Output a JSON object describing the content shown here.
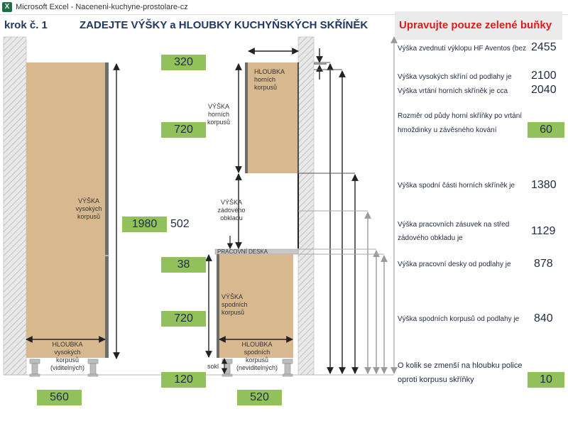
{
  "window": {
    "app_title": "Microsoft Excel - Naceneni-kuchyne-prostolare-cz",
    "icon": "excel-icon"
  },
  "sheet": {
    "step": "krok č. 1",
    "heading": "ZADEJTE VÝŠKY a HLOUBKY KUCHYŇSKÝCH SKŘÍNĚK",
    "notice": "Upravujte pouze zelené buňky"
  },
  "inputs": {
    "top_gap": "320",
    "upper_height": "720",
    "tall_height": "1980",
    "backsplash": "502",
    "worktop": "38",
    "lower_height": "720",
    "plinth": "120",
    "tall_depth": "560",
    "lower_depth": "520"
  },
  "diagram_labels": {
    "tall_height": "VÝŠKA\nvysokých\nkorpusů",
    "tall_depth": "HLOUBKA\nvysokých\nkorpusů\n(viditelných)",
    "upper_depth": "HLOUBKA\nhorních\nkorpusů",
    "upper_height": "VÝŠKA\nhorních\nkorpusů",
    "backsplash": "VÝŠKA\nzádového\nobkladu",
    "worktop": "PRACOVNÍ DESKA",
    "lower_height": "VÝŠKA\nspodních\nkorpusů",
    "lower_depth": "HLOUBKA\nspodních\nkorpusů\n(neviditelných)",
    "plinth": "sokl"
  },
  "results": {
    "lift_label": "Výška zvednutí výklopu HF Aventos (bez om",
    "lift_value": "2455",
    "tall_label": "Výška vysokých skříní od podlahy je",
    "tall_value": "2100",
    "drill_label": "Výška vrtání horních skříněk je cca",
    "drill_value": "2040",
    "hinge_label_1": "Rozměr od půdy horní skříňky po vrtání",
    "hinge_label_2": "hmoždinky u závěsného kování",
    "hinge_value": "60",
    "upper_bottom_label": "Výška spodní části horních skříněk je",
    "upper_bottom_value": "1380",
    "socket_label_1": "Výška pracovních zásuvek na střed",
    "socket_label_2": "zádového obkladu je",
    "socket_value": "1129",
    "worktop_label": "Výška pracovní desky od podlahy je",
    "worktop_value": "878",
    "lower_label": "Výška spodních korpusů od podlahy je",
    "lower_value": "840",
    "shelf_label_1": "O kolik se zmenší na hloubku police",
    "shelf_label_2": "oproti korpusu skříňky",
    "shelf_value": "10"
  },
  "colors": {
    "input_cell": "#92c05a",
    "notice_text": "#e01b1b",
    "cabinet": "#d8b98f",
    "worktop": "#c8c8c8",
    "heading": "#1f3864"
  }
}
